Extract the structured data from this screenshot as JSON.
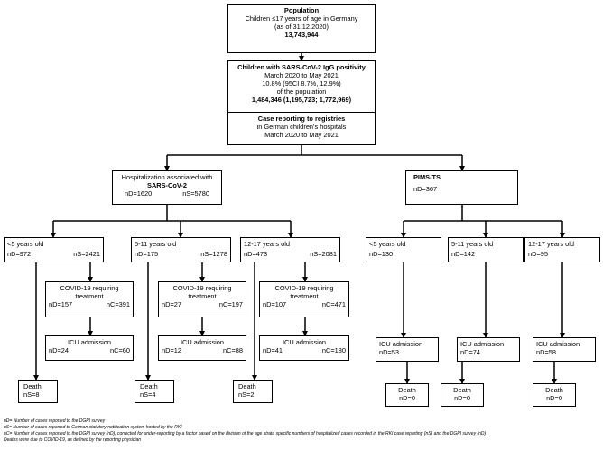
{
  "population": {
    "title": "Population",
    "line1": "Children ≤17 years of age in Germany",
    "line2": "(as of 31.12.2020)",
    "count": "13,743,944"
  },
  "igg": {
    "title": "Children with SARS-CoV-2 IgG positivity",
    "line1": "March 2020 to May 2021",
    "line2": "10.8% (95CI 8.7%, 12.9%)",
    "line3": "of the population",
    "count": "1,484,346 (1,195,723; 1,772,969)"
  },
  "registries": {
    "title": "Case reporting to registries",
    "line1": "in German children's hospitals",
    "line2": "March 2020 to May 2021"
  },
  "hosp": {
    "line1": "Hospitalization associated with",
    "line2": "SARS-CoV-2",
    "nD": "nD=1620",
    "nS": "nS=5780"
  },
  "pims": {
    "title": "PIMS-TS",
    "nD": "nD=367"
  },
  "groups": [
    {
      "age": "<5 years old",
      "nD": "nD=972",
      "nS": "nS=2421",
      "covid_title": "COVID-19 requiring",
      "covid_title2": "treatment",
      "covid_nD": "nD=157",
      "covid_nC": "nC=391",
      "icu_title": "ICU admission",
      "icu_nD": "nD=24",
      "icu_nC": "nC=60",
      "death_title": "Death",
      "death_n": "nS=8"
    },
    {
      "age": "5-11 years old",
      "nD": "nD=175",
      "nS": "nS=1278",
      "covid_title": "COVID-19 requiring",
      "covid_title2": "treatment",
      "covid_nD": "nD=27",
      "covid_nC": "nC=197",
      "icu_title": "ICU admission",
      "icu_nD": "nD=12",
      "icu_nC": "nC=88",
      "death_title": "Death",
      "death_n": "nS=4"
    },
    {
      "age": "12-17 years old",
      "nD": "nD=473",
      "nS": "nS=2081",
      "covid_title": "COVID-19 requiring",
      "covid_title2": "treatment",
      "covid_nD": "nD=107",
      "covid_nC": "nC=471",
      "icu_title": "ICU admission",
      "icu_nD": "nD=41",
      "icu_nC": "nC=180",
      "death_title": "Death",
      "death_n": "nS=2"
    }
  ],
  "pims_groups": [
    {
      "age": "<5 years old",
      "nD": "nD=130",
      "icu_title": "ICU admission",
      "icu_nD": "nD=53",
      "death_title": "Death",
      "death_n": "nD=0"
    },
    {
      "age": "5-11 years old",
      "nD": "nD=142",
      "icu_title": "ICU admission",
      "icu_nD": "nD=74",
      "death_title": "Death",
      "death_n": "nD=0"
    },
    {
      "age": "12-17 years old",
      "nD": "nD=95",
      "icu_title": "ICU admission",
      "icu_nD": "nD=58",
      "death_title": "Death",
      "death_n": "nD=0"
    }
  ],
  "footnotes": [
    "nD= Number of cases reported to the DGPI survey",
    "nS= Number of cases reported to German statutory notification system hosted by the RKI",
    "nC= Number of cases reported to the DGPI survey (nD), corrected for under-reporting by a factor based on the division of the age strata specific numbers of hospitalized cases recorded in the RKI case reporting (nS) and the DGPI survey (nD)",
    "Deaths were due to COVID-19, as defined by the reporting physician"
  ]
}
